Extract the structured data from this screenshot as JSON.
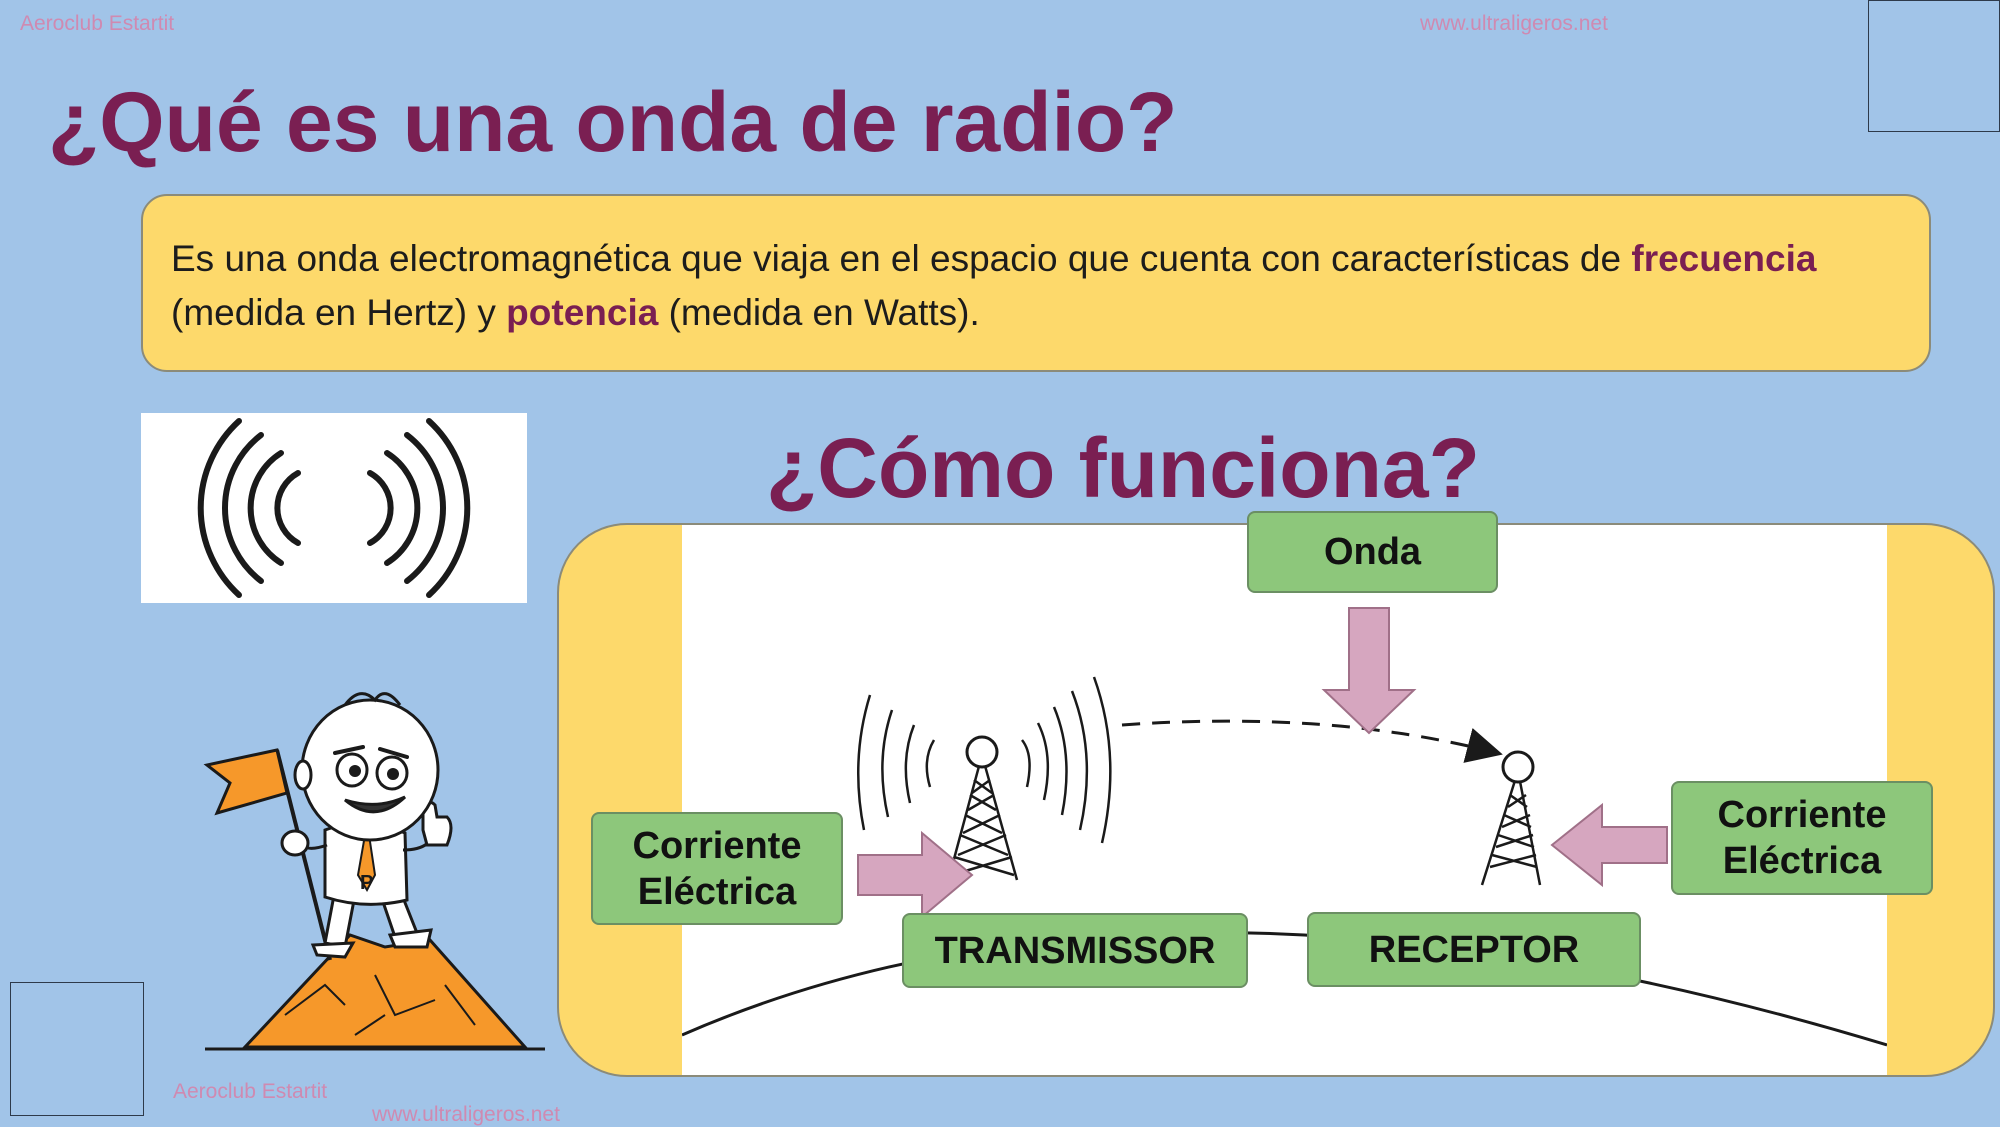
{
  "header": {
    "brand_left": "Aeroclub Estartit",
    "brand_url": "www.ultraligeros.net"
  },
  "footer": {
    "brand_left": "Aeroclub Estartit",
    "brand_url": "www.ultraligeros.net"
  },
  "slide": {
    "title": "¿Qué es una onda de radio?",
    "definition": {
      "part1": "Es una onda electromagnética que viaja en el espacio que cuenta con características de ",
      "term1": "frecuencia",
      "part2": " (medida en Hertz) y ",
      "term2": "potencia",
      "part3": " (medida en Watts)."
    },
    "subtitle": "¿Cómo funciona?",
    "diagram": {
      "labels": {
        "wave": "Onda",
        "current_left_line1": "Corriente",
        "current_left_line2": "Eléctrica",
        "current_right_line1": "Corriente",
        "current_right_line2": "Eléctrica",
        "transmitter": "TRANSMISSOR",
        "receiver": "RECEPTOR"
      }
    },
    "mascot": {
      "badge_letter": "P"
    }
  },
  "colors": {
    "background": "#a1c4e8",
    "title": "#7a1f52",
    "box_yellow": "#fdd96b",
    "label_green": "#8dc77b",
    "arrow_pink": "#d6a6bf",
    "brand_pink": "#cf8ab1",
    "mascot_orange": "#f6982a"
  }
}
